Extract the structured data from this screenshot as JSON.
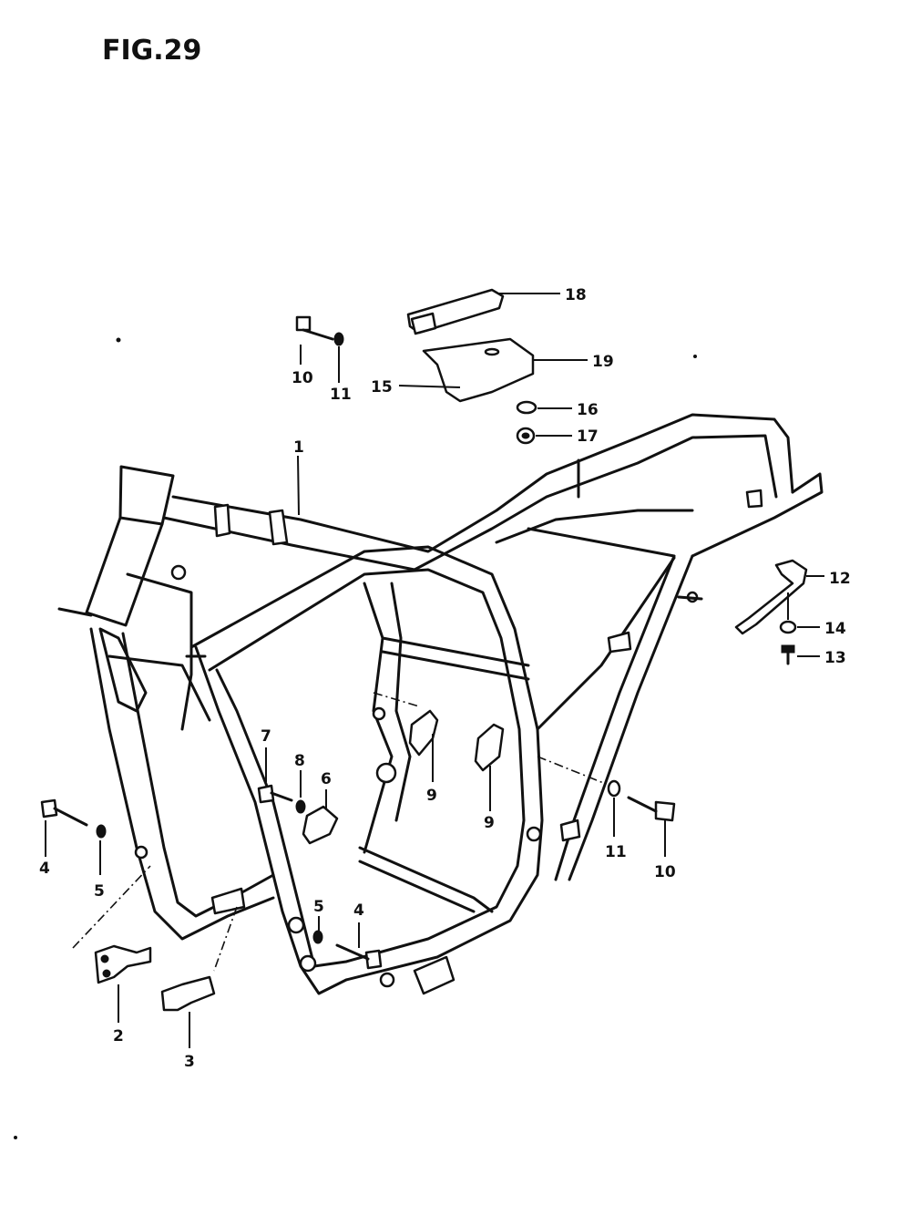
{
  "figure": {
    "title": "FIG.29",
    "callouts": [
      {
        "id": "c1",
        "text": "1"
      },
      {
        "id": "c2",
        "text": "2"
      },
      {
        "id": "c3",
        "text": "3"
      },
      {
        "id": "c4a",
        "text": "4"
      },
      {
        "id": "c4b",
        "text": "4"
      },
      {
        "id": "c5a",
        "text": "5"
      },
      {
        "id": "c5b",
        "text": "5"
      },
      {
        "id": "c6",
        "text": "6"
      },
      {
        "id": "c7",
        "text": "7"
      },
      {
        "id": "c8",
        "text": "8"
      },
      {
        "id": "c9a",
        "text": "9"
      },
      {
        "id": "c9b",
        "text": "9"
      },
      {
        "id": "c10a",
        "text": "10"
      },
      {
        "id": "c10b",
        "text": "10"
      },
      {
        "id": "c11a",
        "text": "11"
      },
      {
        "id": "c11b",
        "text": "11"
      },
      {
        "id": "c12",
        "text": "12"
      },
      {
        "id": "c13",
        "text": "13"
      },
      {
        "id": "c14",
        "text": "14"
      },
      {
        "id": "c15",
        "text": "15"
      },
      {
        "id": "c16",
        "text": "16"
      },
      {
        "id": "c17",
        "text": "17"
      },
      {
        "id": "c18",
        "text": "18"
      },
      {
        "id": "c19",
        "text": "19"
      }
    ]
  }
}
